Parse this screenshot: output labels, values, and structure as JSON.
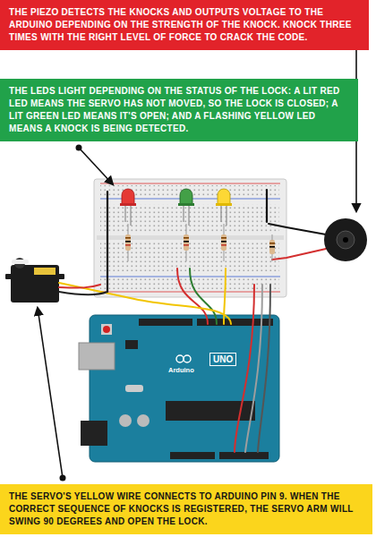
{
  "diagram": {
    "nodes": [
      {
        "text": [
          "THE PIEZO DETECTS THE KNOCKS AND OUTPUTS VOLTAGE TO THE ARDUINO DEPENDING ON THE STRENGTH OF THE KNOCK. KNOCK THREE TIMES WITH THE RIGHT LEVEL OF FORCE TO CRACK THE CODE."
        ]
      },
      {
        "text": [
          "THE LEDS LIGHT DEPENDING ON THE STATUS OF THE LOCK: A LIT RED LED MEANS THE SERVO HAS NOT MOVED, SO THE LOCK IS CLOSED; A LIT GREEN LED MEANS IT'S OPEN; AND A FLASHING YELLOW LED MEANS A KNOCK IS BEING DETECTED."
        ]
      },
      {
        "text": [
          "THE SERVO'S YELLOW WIRE CONNECTS TO ARDUINO PIN 9. WHEN THE CORRECT SEQUENCE OF KNOCKS IS REGISTERED, THE SERVO ARM WILL SWING 90 DEGREES AND OPEN THE LOCK."
        ]
      }
    ],
    "labels": [
      "UNO",
      "Arduino"
    ]
  }
}
